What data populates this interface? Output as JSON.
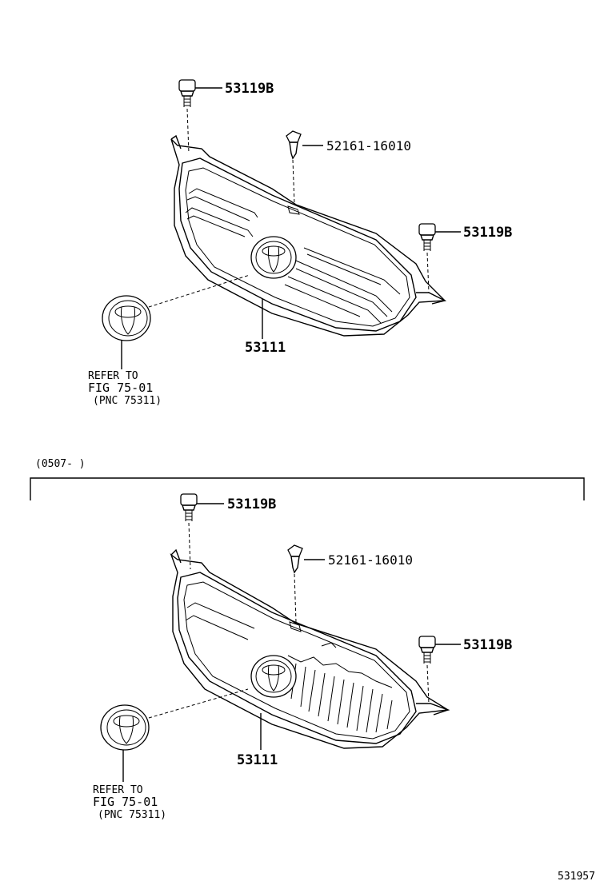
{
  "diagram": {
    "upper": {
      "labels": {
        "pin_left": "53119B",
        "clip": "52161-16010",
        "pin_right": "53119B",
        "grille": "53111"
      },
      "reference": {
        "line1": "REFER TO",
        "line2": "FIG 75-01",
        "line3": "(PNC 75311)"
      }
    },
    "range_label": "(0507-      )",
    "lower": {
      "labels": {
        "pin_left": "53119B",
        "clip": "52161-16010",
        "pin_right": "53119B",
        "grille": "53111"
      },
      "reference": {
        "line1": "REFER TO",
        "line2": "FIG 75-01",
        "line3": "(PNC 75311)"
      }
    },
    "figure_code": "531957"
  }
}
